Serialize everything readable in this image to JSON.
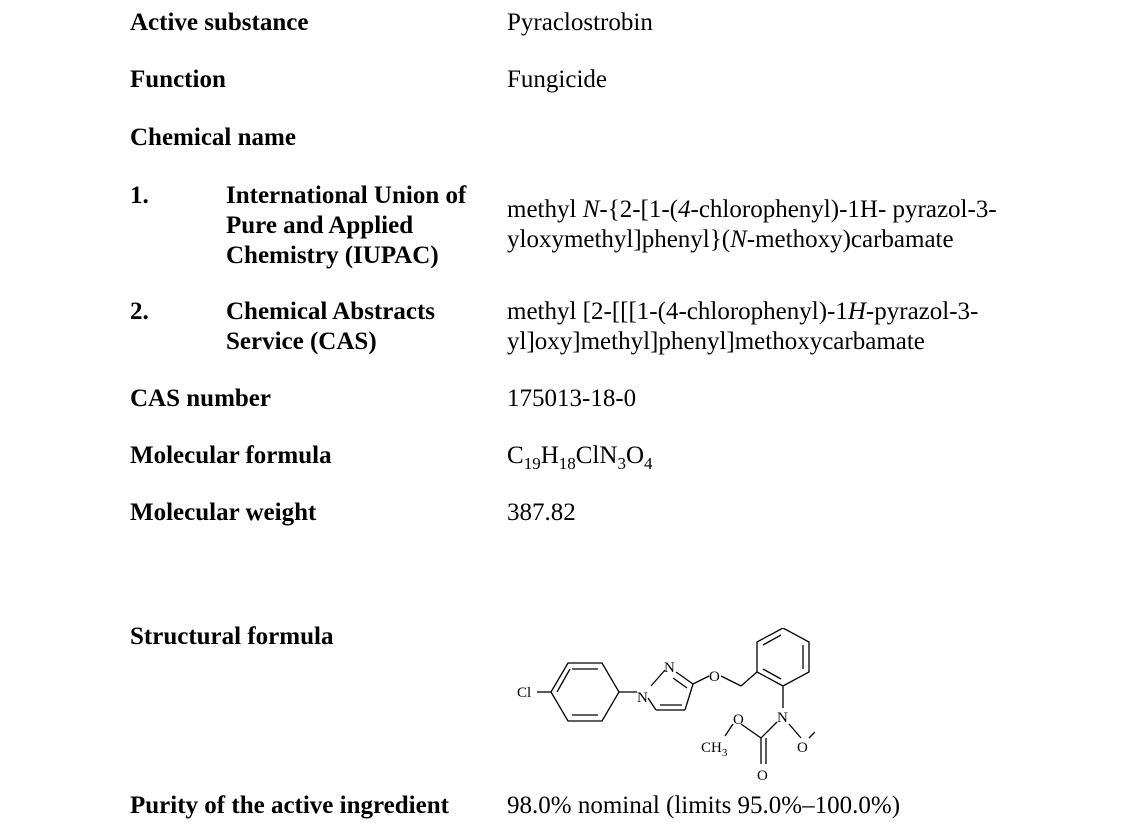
{
  "rows": {
    "active_substance": {
      "label": "Active substance",
      "value": "Pyraclostrobin"
    },
    "function": {
      "label": "Function",
      "value": "Fungicide"
    },
    "chemical_name": {
      "label": "Chemical name"
    },
    "iupac": {
      "number": "1.",
      "label_lines": [
        "International Union of",
        "Pure and Applied",
        "Chemistry (IUPAC)"
      ],
      "value_lines": {
        "l1_a": "methyl ",
        "l1_b": "N",
        "l1_c": "-{2-[1-(",
        "l1_d": "4",
        "l1_e": "-chlorophenyl)-1H- pyrazol-3-",
        "l2_a": "yloxymethyl]phenyl}(",
        "l2_b": "N",
        "l2_c": "-methoxy)carbamate"
      }
    },
    "cas_name": {
      "number": "2.",
      "label_lines": [
        "Chemical Abstracts",
        "Service (CAS)"
      ],
      "value_lines": {
        "l1_a": "methyl [2-[[[1-(4-chlorophenyl)-1",
        "l1_b": "H",
        "l1_c": "-pyrazol-3-",
        "l2": "yl]oxy]methyl]phenyl]methoxycarbamate"
      }
    },
    "cas_number": {
      "label": "CAS number",
      "value": "175013-18-0"
    },
    "molecular_formula": {
      "label": "Molecular formula",
      "parts": {
        "c": "C",
        "c_n": "19",
        "h": "H",
        "h_n": "18",
        "cln": "ClN",
        "n_n": "3",
        "o": "O",
        "o_n": "4"
      }
    },
    "molecular_weight": {
      "label": "Molecular weight",
      "value": "387.82"
    },
    "structural_formula": {
      "label": "Structural formula",
      "atoms": {
        "cl": "Cl",
        "n1": "N",
        "n2": "N",
        "o_ether": "O",
        "n_carb": "N",
        "o_meth": "O",
        "ch": "CH",
        "three": "3",
        "o_ester": "O",
        "o_carbonyl": "O"
      }
    },
    "purity": {
      "label": "Purity of the active ingredient",
      "value": "98.0% nominal (limits 95.0%–100.0%)"
    }
  }
}
